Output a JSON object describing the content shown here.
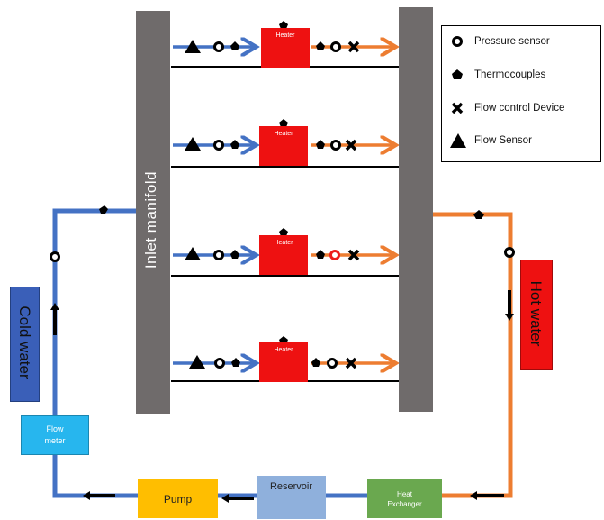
{
  "manifolds": {
    "inlet_label": "Inlet manifold"
  },
  "heaters": [
    {
      "label": "Heater"
    },
    {
      "label": "Heater"
    },
    {
      "label": "Heater"
    },
    {
      "label": "Heater"
    }
  ],
  "sides": {
    "cold_label": "Cold water",
    "hot_label": "Hot water"
  },
  "components": {
    "flow_meter": "Flow\nmeter",
    "pump": "Pump",
    "reservoir": "Reservoir",
    "heat_exchanger": "Heat\nExchanger"
  },
  "legend": [
    {
      "icon": "pressure-sensor-icon",
      "label": "Pressure sensor"
    },
    {
      "icon": "thermocouple-icon",
      "label": "Thermocouples"
    },
    {
      "icon": "flow-control-device-icon",
      "label": "Flow control Device"
    },
    {
      "icon": "flow-sensor-icon",
      "label": "Flow Sensor"
    }
  ],
  "colors": {
    "cold_pipe": "#4472c4",
    "hot_pipe": "#ed7d31",
    "heater": "#ee1111",
    "manifold": "#6f6b6b"
  }
}
